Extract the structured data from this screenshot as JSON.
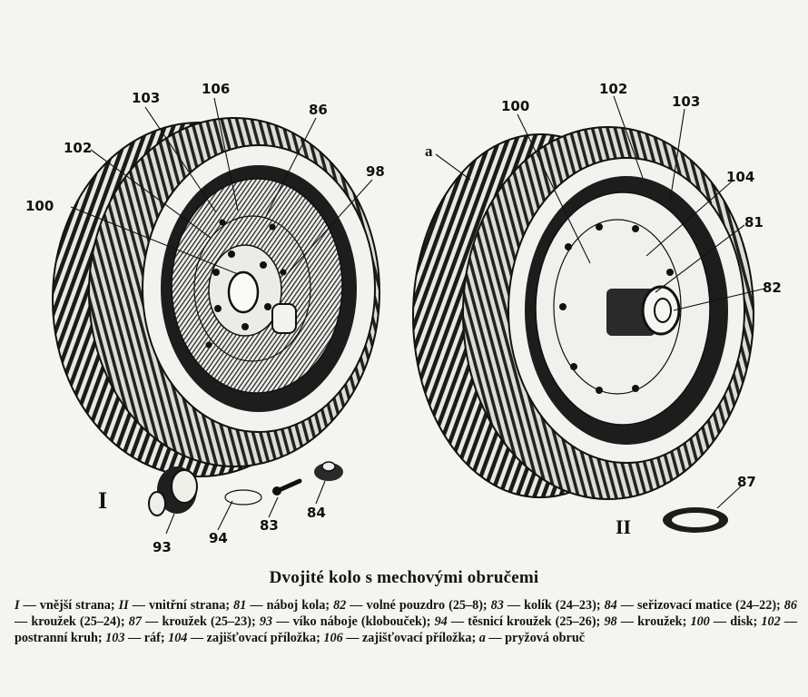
{
  "figure": {
    "side_labels": {
      "outer": "I",
      "inner": "II"
    },
    "callouts": {
      "left_100": "100",
      "left_102": "102",
      "left_103": "103",
      "left_106": "106",
      "left_86": "86",
      "left_98": "98",
      "right_a": "a",
      "right_100": "100",
      "right_102": "102",
      "right_103": "103",
      "right_104": "104",
      "right_81": "81",
      "right_82": "82",
      "part_93": "93",
      "part_94": "94",
      "part_83": "83",
      "part_84": "84",
      "part_87": "87"
    }
  },
  "caption": {
    "title": "Dvojité kolo s mechovými obručemi",
    "items": [
      {
        "key": "I",
        "text": " — vnější strana; "
      },
      {
        "key": "II",
        "text": " — vnitřní strana; "
      },
      {
        "key": "81",
        "text": " — náboj kola; "
      },
      {
        "key": "82",
        "text": " — volné pouzdro (25–8); "
      },
      {
        "key": "83",
        "text": " — kolík (24–23); "
      },
      {
        "key": "84",
        "text": " — seřizovací matice (24–22); "
      },
      {
        "key": "86",
        "text": " — kroužek (25–24); "
      },
      {
        "key": "87",
        "text": " — kroužek (25–23); "
      },
      {
        "key": "93",
        "text": " — víko náboje (klobouček); "
      },
      {
        "key": "94",
        "text": " — těsnicí kroužek (25–26); "
      },
      {
        "key": "98",
        "text": " — kroužek; "
      },
      {
        "key": "100",
        "text": " — disk; "
      },
      {
        "key": "102",
        "text": " — postranní kruh; "
      },
      {
        "key": "103",
        "text": " — ráf; "
      },
      {
        "key": "104",
        "text": " — zajišťovací příložka; "
      },
      {
        "key": "106",
        "text": " — zajišťovací příložka; "
      },
      {
        "key": "a",
        "text": " — pryžová obruč"
      }
    ]
  }
}
